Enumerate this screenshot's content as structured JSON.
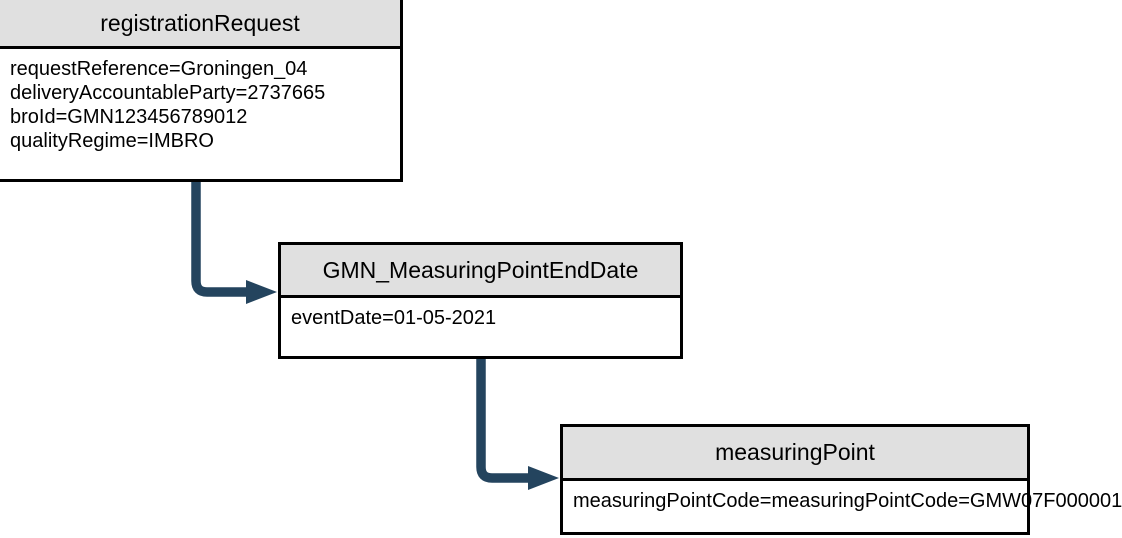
{
  "diagram": {
    "type": "uml-object-diagram",
    "background_color": "#ffffff",
    "header_fill": "#e0e0e0",
    "border_color": "#000000",
    "connector_color": "#24445e",
    "objects": [
      {
        "id": "registrationRequest",
        "title": "registrationRequest",
        "attributes": [
          "requestReference=Groningen_04",
          "deliveryAccountableParty=2737665",
          "broId=GMN123456789012",
          "qualityRegime=IMBRO"
        ]
      },
      {
        "id": "GMN_MeasuringPointEndDate",
        "title": "GMN_MeasuringPointEndDate",
        "attributes": [
          "eventDate=01-05-2021"
        ]
      },
      {
        "id": "measuringPoint",
        "title": "measuringPoint",
        "attributes": [
          "measuringPointCode=measuringPointCode=GMW07F000001"
        ]
      }
    ],
    "connectors": [
      {
        "id": "conn-1",
        "from": "registrationRequest",
        "to": "GMN_MeasuringPointEndDate",
        "style": "elbow-arrow"
      },
      {
        "id": "conn-2",
        "from": "GMN_MeasuringPointEndDate",
        "to": "measuringPoint",
        "style": "elbow-arrow"
      }
    ]
  }
}
